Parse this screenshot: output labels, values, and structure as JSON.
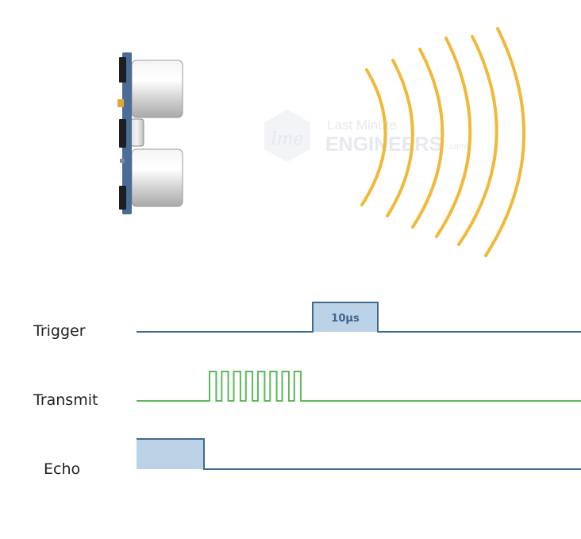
{
  "watermark": {
    "line1": "Last Minute",
    "line2": "ENGINEERS",
    "suffix": ".com",
    "logo_text": "lme"
  },
  "signals": {
    "trigger": {
      "label": "Trigger",
      "pulse_label": "10µs"
    },
    "transmit": {
      "label": "Transmit",
      "burst_cycles": 8
    },
    "echo": {
      "label": "Echo"
    }
  },
  "colors": {
    "board": "#4a6d97",
    "trigger_line": "#3f6b91",
    "pulse_fill": "#bcd2e6",
    "transmit_line": "#5cb85c",
    "echo_line": "#3f6b91",
    "waves": "#f1b93a"
  },
  "icons": {
    "sensor": "ultrasonic-sensor-icon",
    "waves": "sound-wave-icon"
  }
}
